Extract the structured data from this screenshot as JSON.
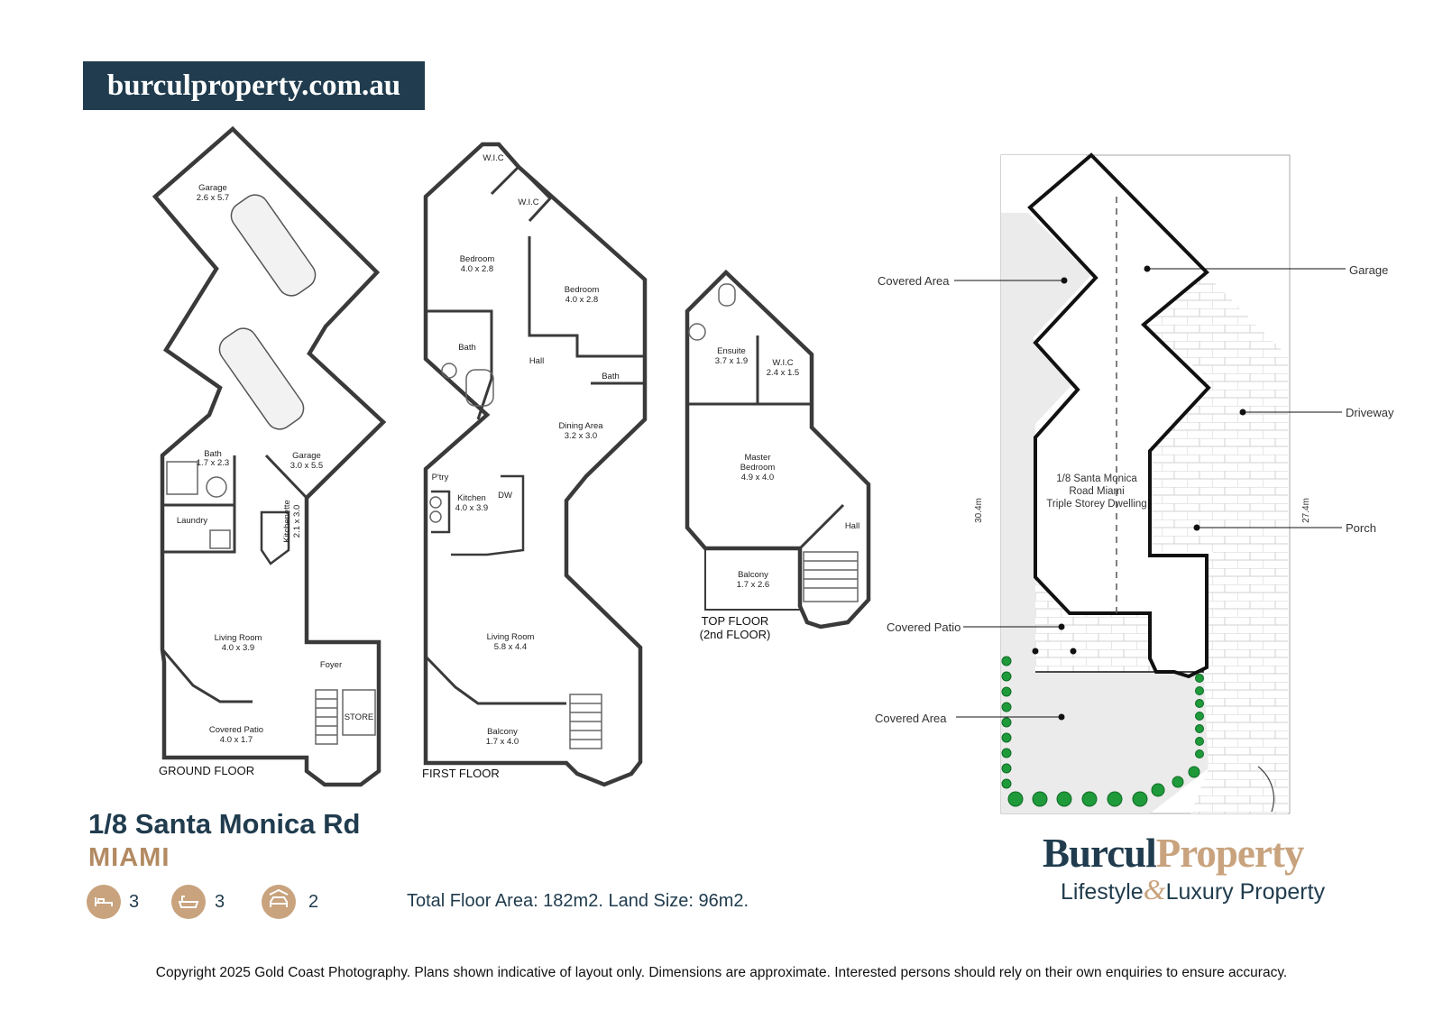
{
  "site": "burculproperty.com.au",
  "floors": {
    "ground": {
      "label": "GROUND FLOOR",
      "rooms": [
        {
          "name": "Garage",
          "dims": "2.6 x 5.7"
        },
        {
          "name": "Garage",
          "dims": "3.0 x 5.5"
        },
        {
          "name": "Bath",
          "dims": "1.7 x 2.3"
        },
        {
          "name": "Laundry"
        },
        {
          "name": "Kitchenette",
          "dims": "2.1 x 3.0"
        },
        {
          "name": "Living Room",
          "dims": "4.0 x 3.9"
        },
        {
          "name": "Foyer"
        },
        {
          "name": "STORE"
        },
        {
          "name": "Covered Patio",
          "dims": "4.0 x 1.7"
        }
      ]
    },
    "first": {
      "label": "FIRST FLOOR",
      "rooms": [
        {
          "name": "W.I.C"
        },
        {
          "name": "W.I.C"
        },
        {
          "name": "Bedroom",
          "dims": "4.0 x 2.8"
        },
        {
          "name": "Bedroom",
          "dims": "4.0 x 2.8"
        },
        {
          "name": "Bath"
        },
        {
          "name": "Hall"
        },
        {
          "name": "Bath"
        },
        {
          "name": "Dining Area",
          "dims": "3.2 x 3.0"
        },
        {
          "name": "P'try"
        },
        {
          "name": "Kitchen",
          "dims": "4.0 x 3.9"
        },
        {
          "name": "DW"
        },
        {
          "name": "Living Room",
          "dims": "5.8 x 4.4"
        },
        {
          "name": "Balcony",
          "dims": "1.7 x 4.0"
        }
      ]
    },
    "top": {
      "label": "TOP FLOOR",
      "label2": "(2nd FLOOR)",
      "rooms": [
        {
          "name": "Ensuite",
          "dims": "3.7 x 1.9"
        },
        {
          "name": "W.I.C",
          "dims": "2.4 x 1.5"
        },
        {
          "name": "Master",
          "name2": "Bedroom",
          "dims": "4.9 x 4.0"
        },
        {
          "name": "Hall"
        },
        {
          "name": "Balcony",
          "dims": "1.7 x 2.6"
        }
      ]
    }
  },
  "site_plan": {
    "labels": {
      "covered_area_1": "Covered Area",
      "garage": "Garage",
      "driveway": "Driveway",
      "porch": "Porch",
      "covered_patio": "Covered Patio",
      "covered_area_2": "Covered Area"
    },
    "dwelling": [
      "1/8 Santa Monica",
      "Road Miami",
      "Triple Storey Dwelling"
    ],
    "dim_left": "30.4m",
    "dim_right": "27.4m"
  },
  "listing": {
    "address": "1/8 Santa Monica Rd",
    "suburb": "MIAMI",
    "bedrooms": "3",
    "bathrooms": "3",
    "car_spaces": "2",
    "area_text": "Total Floor Area: 182m2. Land Size: 96m2."
  },
  "logo": {
    "word1": "Burcul",
    "word2": "Property",
    "tagline_1": "Lifestyle",
    "tagline_amp": "&",
    "tagline_2": "Luxury Property"
  },
  "copyright": "Copyright 2025 Gold Coast Photography. Plans shown indicative of layout only. Dimensions are approximate. Interested persons should rely on their own enquiries to ensure accuracy.",
  "colors": {
    "navy": "#203c4e",
    "gold": "#c8a37e",
    "wall": "#3a3a3a",
    "site_fill": "#ebebeb",
    "hedge": "#1f9a3a"
  },
  "icons": [
    "bed-icon",
    "bath-icon",
    "car-icon"
  ]
}
